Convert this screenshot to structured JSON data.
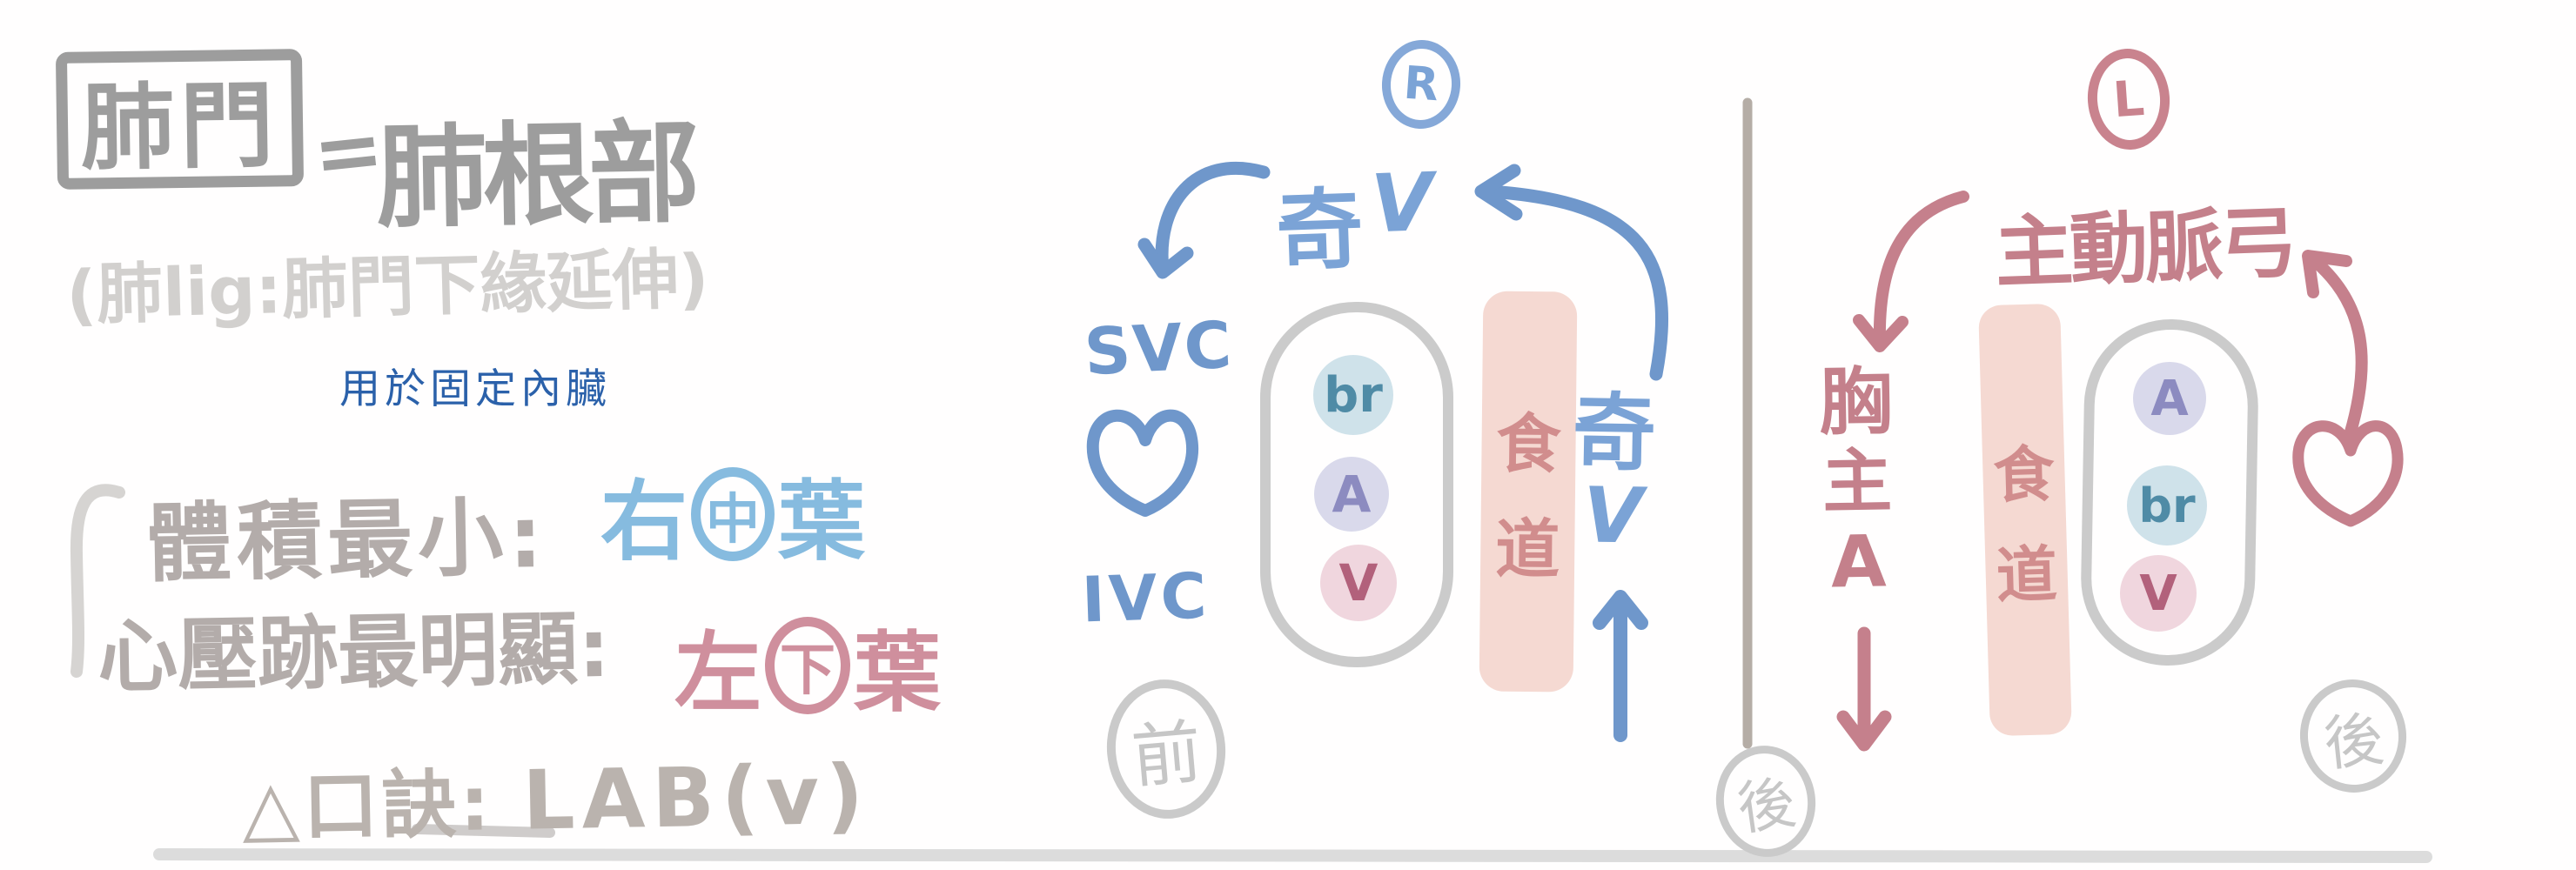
{
  "palette": {
    "blue": "#6f97cb",
    "blue_light": "#7ba3d6",
    "note_blue": "#2b61aa",
    "gray_title": "#9d9d9d",
    "gray_subtitle": "#d2d0ce",
    "gray_facts": "#b3acaa",
    "gray_mnemonic": "#bab3ae",
    "sky_blue": "#86bbdf",
    "rose_value": "#cf8f9d",
    "rose": "#c5808c",
    "divider_gray": "#b5ada6",
    "outline_gray": "#cbcbcb",
    "esophagus_bg": "#f5d9d2",
    "esophagus_text": "#d18d8d",
    "bronchus_bg": "#cfe2ea",
    "bronchus_text": "#4f8ba6",
    "artery_bg": "#d9d9eb",
    "artery_text": "#8c8bc0",
    "vein_bg": "#f0d6de",
    "vein_text": "#b2617b"
  },
  "header": {
    "boxed_term": "肺門",
    "equals_sign": "=",
    "definition": "肺根部",
    "ligament_note": "(肺lig:肺門下緣延伸)",
    "function_note": "用於固定內臟"
  },
  "facts": {
    "volume_label": "體積最小:",
    "volume_value": {
      "pre": "右",
      "circled": "中",
      "post": "葉"
    },
    "cardiac_label": "心壓跡最明顯:",
    "cardiac_value": {
      "pre": "左",
      "circled": "下",
      "post": "葉"
    },
    "mnemonic_label": "△口訣:",
    "mnemonic_code": "LAB(v)"
  },
  "r_view": {
    "side_mark": "R",
    "azygos_label": {
      "hanzi": "奇",
      "letter": "V"
    },
    "svc_label": "SVC",
    "ivc_label": "IVC",
    "hilum_items": [
      {
        "label": "br"
      },
      {
        "label": "A"
      },
      {
        "label": "V"
      }
    ],
    "esophagus": {
      "char1": "食",
      "char2": "道"
    },
    "azygos_column": {
      "hanzi": "奇",
      "letter": "V"
    },
    "orientation_front": "前"
  },
  "l_view": {
    "side_mark": "L",
    "aortic_arch_label": "主動脈弓",
    "thoracic_aorta": {
      "char1": "胸",
      "char2": "主",
      "char3": "A"
    },
    "esophagus": {
      "char1": "食",
      "char2": "道"
    },
    "hilum_items": [
      {
        "label": "A"
      },
      {
        "label": "br"
      },
      {
        "label": "V"
      }
    ],
    "orientation_back_left": "後",
    "orientation_back_right": "後"
  }
}
